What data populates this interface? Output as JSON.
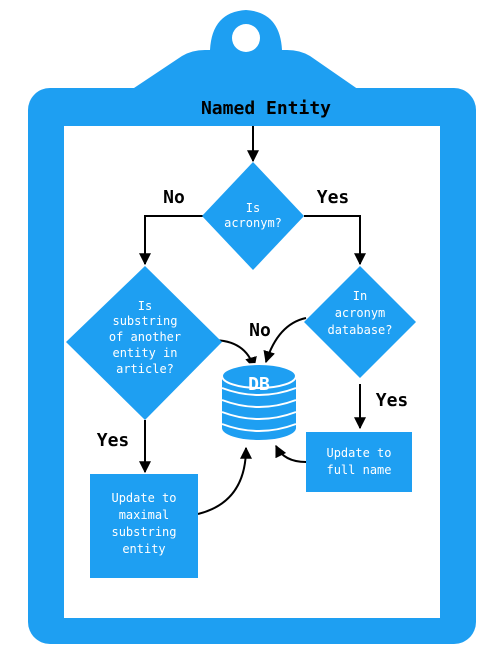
{
  "clipboard": {
    "color": "#1e9ff2",
    "paper": "#ffffff",
    "ink": "#000000"
  },
  "flowchart": {
    "title": "Named Entity",
    "decision_acronym": [
      "Is",
      "acronym?"
    ],
    "label_no_left": "No",
    "label_yes_right": "Yes",
    "decision_substring": [
      "Is",
      "substring",
      "of another",
      "entity in",
      "article?"
    ],
    "decision_database": [
      "In",
      "acronym",
      "database?"
    ],
    "label_no_db": "No",
    "database": "DB",
    "label_yes_left": "Yes",
    "label_yes_right_lower": "Yes",
    "process_full_name": [
      "Update to",
      "full name"
    ],
    "process_maximal": [
      "Update to",
      "maximal",
      "substring",
      "entity"
    ]
  }
}
